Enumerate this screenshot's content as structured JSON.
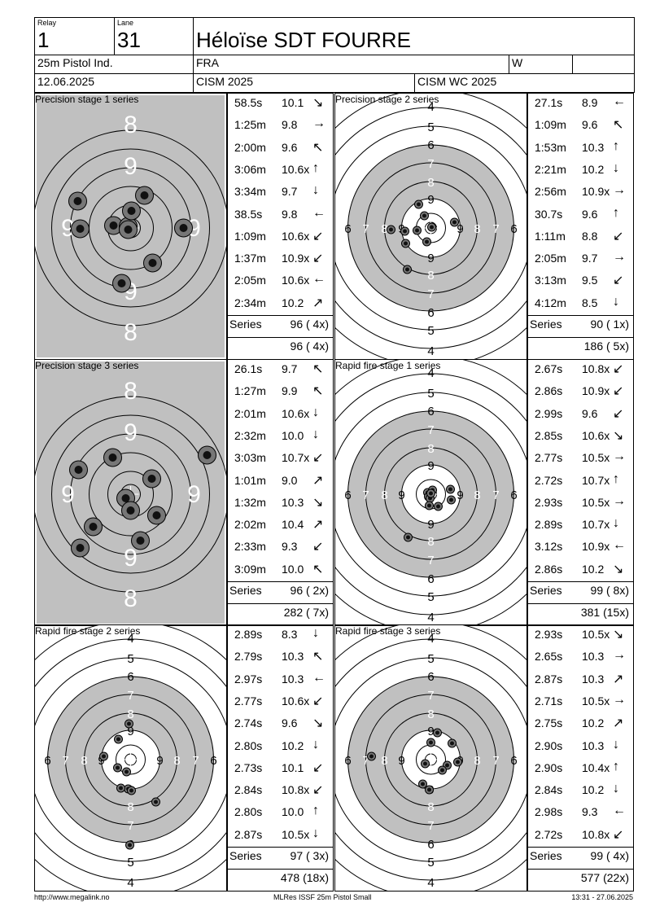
{
  "header": {
    "relay_label": "Relay",
    "relay_value": "1",
    "lane_label": "Lane",
    "lane_value": "31",
    "shooter_name": "Héloïse SDT FOURRE",
    "event": "25m Pistol Ind.",
    "nation": "FRA",
    "gender": "W",
    "date": "12.06.2025",
    "competition": "CISM 2025",
    "match": "CISM WC 2025"
  },
  "panels": [
    {
      "title": "Precision stage 1 series",
      "type": "precision",
      "shots": [
        {
          "time": "58.5s",
          "value": "10.1",
          "arrow": "↘"
        },
        {
          "time": "1:25m",
          "value": "9.8",
          "arrow": "→"
        },
        {
          "time": "2:00m",
          "value": "9.6",
          "arrow": "↖"
        },
        {
          "time": "3:06m",
          "value": "10.6x",
          "arrow": "↑"
        },
        {
          "time": "3:34m",
          "value": "9.7",
          "arrow": "↓"
        },
        {
          "time": "38.5s",
          "value": "9.8",
          "arrow": "←"
        },
        {
          "time": "1:09m",
          "value": "10.6x",
          "arrow": "↙"
        },
        {
          "time": "1:37m",
          "value": "10.9x",
          "arrow": "↙"
        },
        {
          "time": "2:05m",
          "value": "10.6x",
          "arrow": "←"
        },
        {
          "time": "2:34m",
          "value": "10.2",
          "arrow": "↗"
        }
      ],
      "series_label": "Series",
      "series_value": "96 ( 4x)",
      "total": "96 ( 4x)"
    },
    {
      "title": "Precision stage 2 series",
      "type": "rapid",
      "shots": [
        {
          "time": "27.1s",
          "value": "8.9",
          "arrow": "←"
        },
        {
          "time": "1:09m",
          "value": "9.6",
          "arrow": "↖"
        },
        {
          "time": "1:53m",
          "value": "10.3",
          "arrow": "↑"
        },
        {
          "time": "2:21m",
          "value": "10.2",
          "arrow": "↓"
        },
        {
          "time": "2:56m",
          "value": "10.9x",
          "arrow": "→"
        },
        {
          "time": "30.7s",
          "value": "9.6",
          "arrow": "↑"
        },
        {
          "time": "1:11m",
          "value": "8.8",
          "arrow": "↙"
        },
        {
          "time": "2:05m",
          "value": "9.7",
          "arrow": "→"
        },
        {
          "time": "3:13m",
          "value": "9.5",
          "arrow": "↙"
        },
        {
          "time": "4:12m",
          "value": "8.5",
          "arrow": "↓"
        }
      ],
      "series_label": "Series",
      "series_value": "90 ( 1x)",
      "total": "186 ( 5x)"
    },
    {
      "title": "Precision stage 3 series",
      "type": "precision",
      "shots": [
        {
          "time": "26.1s",
          "value": "9.7",
          "arrow": "↖"
        },
        {
          "time": "1:27m",
          "value": "9.9",
          "arrow": "↖"
        },
        {
          "time": "2:01m",
          "value": "10.6x",
          "arrow": "↓"
        },
        {
          "time": "2:32m",
          "value": "10.0",
          "arrow": "↓"
        },
        {
          "time": "3:03m",
          "value": "10.7x",
          "arrow": "↙"
        },
        {
          "time": "1:01m",
          "value": "9.0",
          "arrow": "↗"
        },
        {
          "time": "1:32m",
          "value": "10.3",
          "arrow": "↘"
        },
        {
          "time": "2:02m",
          "value": "10.4",
          "arrow": "↗"
        },
        {
          "time": "2:33m",
          "value": "9.3",
          "arrow": "↙"
        },
        {
          "time": "3:09m",
          "value": "10.0",
          "arrow": "↖"
        }
      ],
      "series_label": "Series",
      "series_value": "96 ( 2x)",
      "total": "282 ( 7x)"
    },
    {
      "title": "Rapid fire stage 1 series",
      "type": "rapid",
      "shots": [
        {
          "time": "2.67s",
          "value": "10.8x",
          "arrow": "↙"
        },
        {
          "time": "2.86s",
          "value": "10.9x",
          "arrow": "↙"
        },
        {
          "time": "2.99s",
          "value": "9.6",
          "arrow": "↙"
        },
        {
          "time": "2.85s",
          "value": "10.6x",
          "arrow": "↘"
        },
        {
          "time": "2.77s",
          "value": "10.5x",
          "arrow": "→"
        },
        {
          "time": "2.72s",
          "value": "10.7x",
          "arrow": "↑"
        },
        {
          "time": "2.93s",
          "value": "10.5x",
          "arrow": "→"
        },
        {
          "time": "2.89s",
          "value": "10.7x",
          "arrow": "↓"
        },
        {
          "time": "3.12s",
          "value": "10.9x",
          "arrow": "←"
        },
        {
          "time": "2.86s",
          "value": "10.2",
          "arrow": "↘"
        }
      ],
      "series_label": "Series",
      "series_value": "99 ( 8x)",
      "total": "381 (15x)"
    },
    {
      "title": "Rapid fire stage 2 series",
      "type": "rapid",
      "shots": [
        {
          "time": "2.89s",
          "value": "8.3",
          "arrow": "↓"
        },
        {
          "time": "2.79s",
          "value": "10.3",
          "arrow": "↖"
        },
        {
          "time": "2.97s",
          "value": "10.3",
          "arrow": "←"
        },
        {
          "time": "2.77s",
          "value": "10.6x",
          "arrow": "↙"
        },
        {
          "time": "2.74s",
          "value": "9.6",
          "arrow": "↘"
        },
        {
          "time": "2.80s",
          "value": "10.2",
          "arrow": "↓"
        },
        {
          "time": "2.73s",
          "value": "10.1",
          "arrow": "↙"
        },
        {
          "time": "2.84s",
          "value": "10.8x",
          "arrow": "↙"
        },
        {
          "time": "2.80s",
          "value": "10.0",
          "arrow": "↑"
        },
        {
          "time": "2.87s",
          "value": "10.5x",
          "arrow": "↓"
        }
      ],
      "series_label": "Series",
      "series_value": "97 ( 3x)",
      "total": "478 (18x)"
    },
    {
      "title": "Rapid fire stage 3 series",
      "type": "rapid",
      "shots": [
        {
          "time": "2.93s",
          "value": "10.5x",
          "arrow": "↘"
        },
        {
          "time": "2.65s",
          "value": "10.3",
          "arrow": "→"
        },
        {
          "time": "2.87s",
          "value": "10.3",
          "arrow": "↗"
        },
        {
          "time": "2.71s",
          "value": "10.5x",
          "arrow": "→"
        },
        {
          "time": "2.75s",
          "value": "10.2",
          "arrow": "↗"
        },
        {
          "time": "2.90s",
          "value": "10.3",
          "arrow": "↓"
        },
        {
          "time": "2.90s",
          "value": "10.4x",
          "arrow": "↑"
        },
        {
          "time": "2.84s",
          "value": "10.2",
          "arrow": "↓"
        },
        {
          "time": "2.98s",
          "value": "9.3",
          "arrow": "←"
        },
        {
          "time": "2.72s",
          "value": "10.8x",
          "arrow": "↙"
        }
      ],
      "series_label": "Series",
      "series_value": "99 ( 4x)",
      "total": "577 (22x)"
    }
  ],
  "footer": {
    "url": "http://www.megalink.no",
    "software": "MLRes ISSF 25m Pistol Small",
    "timestamp": "13:31 - 27.06.2025"
  },
  "colors": {
    "target_gray": "#c0c0c0",
    "hole_dark": "#111111",
    "hole_ring": "#777777"
  }
}
